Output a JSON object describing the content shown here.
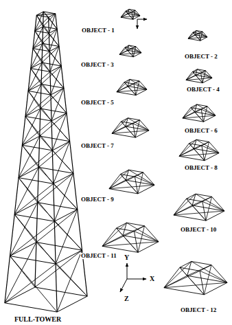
{
  "diagram": {
    "labels": [
      "OBJECT - 1",
      "OBJECT - 2",
      "OBJECT - 3",
      "OBJECT - 4",
      "OBJECT - 5",
      "OBJECT - 6",
      "OBJECT - 7",
      "OBJECT - 8",
      "OBJECT - 9",
      "OBJECT - 10",
      "OBJECT - 11",
      "OBJECT - 12",
      "FULL-TOWER",
      "Y",
      "X",
      "Z"
    ]
  }
}
